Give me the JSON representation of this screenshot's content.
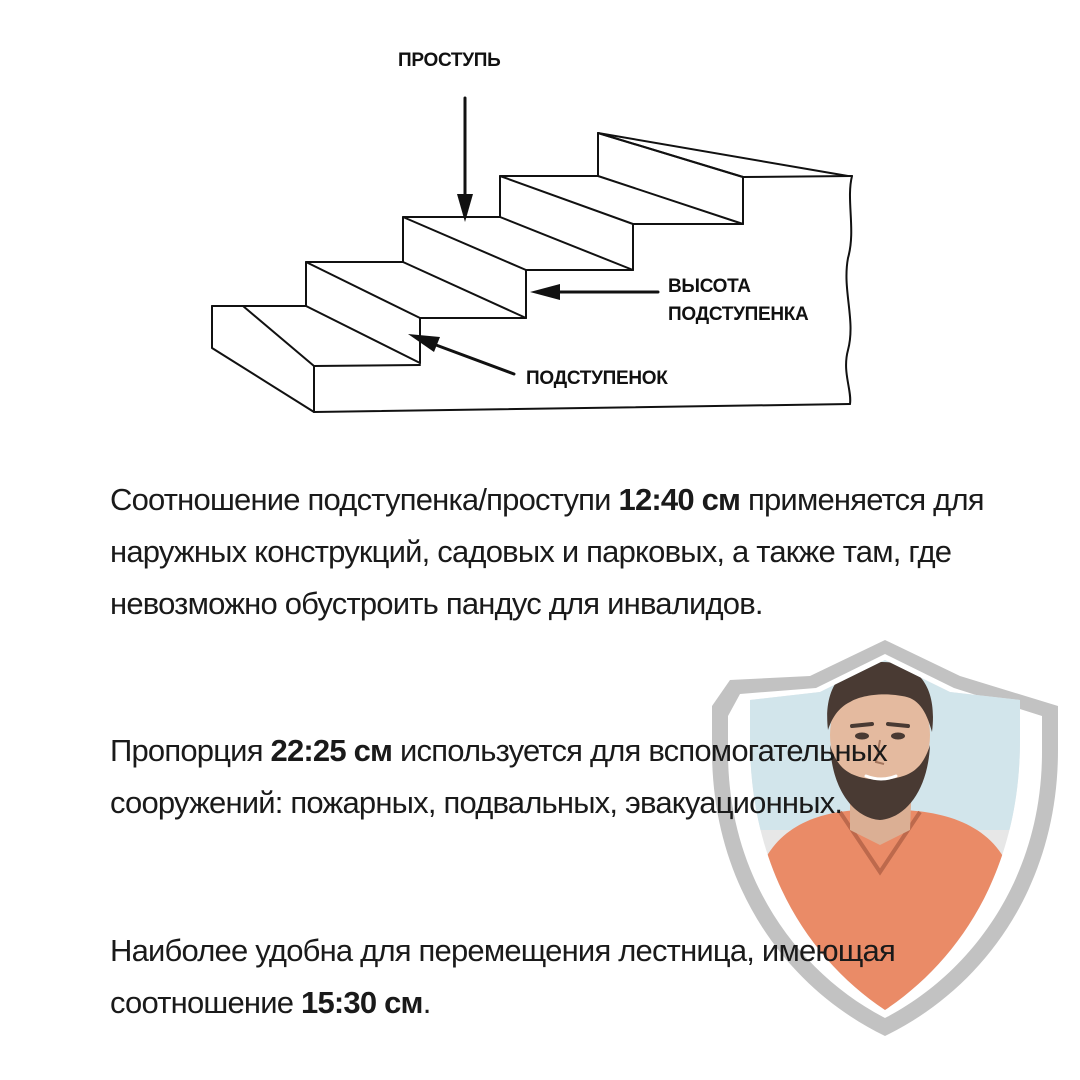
{
  "diagram": {
    "labels": {
      "tread": "ПРОСТУПЬ",
      "riser_height_line1": "ВЫСОТА",
      "riser_height_line2": "ПОДСТУПЕНКА",
      "riser": "ПОДСТУПЕНОК"
    }
  },
  "text": {
    "p1_before": "Соотношение подступенка/проступи ",
    "p1_bold": "12:40 см",
    "p1_after": " применяется для наружных конструкций, садовых и парковых, а также там, где невозможно обустроить пандус для инвалидов.",
    "p2_before": "Пропорция ",
    "p2_bold": "22:25 см",
    "p2_after": " используется для вспомогательных сооружений: пожарных, подвальных, эвакуационных.",
    "p3_before": "Наиболее удобна для перемещения лестница, имеющая соотношение ",
    "p3_bold": "15:30 см",
    "p3_after": "."
  },
  "colors": {
    "background": "#ffffff",
    "text": "#1a1a1a",
    "shield_outer": "#bdbdbd",
    "shield_inner": "#e6e6e6",
    "shield_sky": "#cfe3ea",
    "shirt": "#e9825b"
  },
  "icons": {
    "mascot": "bearded-man-shield-logo"
  }
}
